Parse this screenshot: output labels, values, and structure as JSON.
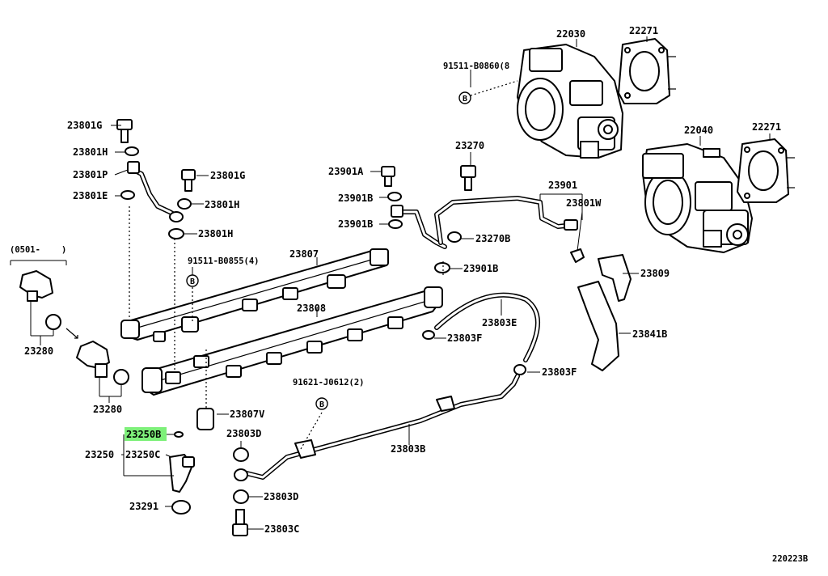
{
  "diagram": {
    "part_labels": {
      "p22030": "22030",
      "p22271a": "22271",
      "p22040": "22040",
      "p22271b": "22271",
      "p91511a": "91511-B0860(8",
      "p23801g1": "23801G",
      "p23801h1": "23801H",
      "p23801p": "23801P",
      "p23801e": "23801E",
      "p23801g2": "23801G",
      "p23801h2": "23801H",
      "p23801h3": "23801H",
      "p23270": "23270",
      "p23901a": "23901A",
      "p23901b1": "23901B",
      "p23901b2": "23901B",
      "p23901": "23901",
      "p23801w": "23801W",
      "p23270b": "23270B",
      "p23901b3": "23901B",
      "p91511b": "91511-B0855(4)",
      "p23807": "23807",
      "p23808": "23808",
      "p23809": "23809",
      "p23803e": "23803E",
      "p23803f1": "23803F",
      "p23841b": "23841B",
      "p23803f2": "23803F",
      "p0501": "(0501-",
      "p0501close": ")",
      "p23280a": "23280",
      "p23280b": "23280",
      "p91621": "91621-J0612(2)",
      "p23807v": "23807V",
      "p23250b": "23250B",
      "p23250": "23250",
      "p23250c": "23250C",
      "p23803d1": "23803D",
      "p23803b": "23803B",
      "p23803d2": "23803D",
      "p23291": "23291",
      "p23803c": "23803C"
    },
    "bolt_marker": "B",
    "figure_code": "220223B",
    "highlighted_part": "23250B",
    "highlight_color": "#7ef07a"
  }
}
